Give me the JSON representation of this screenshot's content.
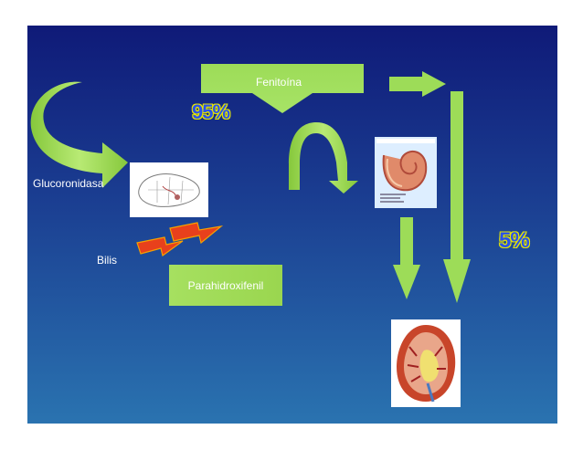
{
  "labels": {
    "fenitoina": "Fenitoína",
    "glucoronidasa": "Glucoronidasa",
    "bilis": "Bilis",
    "parahidroxifenil": "Parahidroxifenil",
    "pct_liver": "95%",
    "pct_kidney": "5%"
  },
  "colors": {
    "arrow_green": "#92d050",
    "arrow_green_light": "#c6ef8e",
    "lightning_red": "#e8401c",
    "lightning_orange": "#f5a000",
    "slide_top": "#0f1a78",
    "slide_bottom": "#2a73b0"
  },
  "images": {
    "liver": "liver-illustration",
    "intestine": "intestine-illustration",
    "kidney": "kidney-illustration"
  }
}
